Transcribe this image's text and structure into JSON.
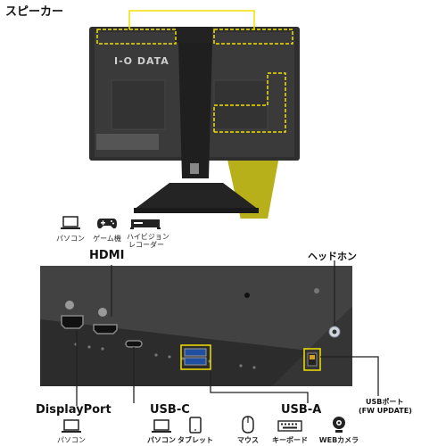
{
  "labels": {
    "speaker": "スピーカー",
    "hdmi": "HDMI",
    "headphone": "ヘッドホン",
    "displayport": "DisplayPort",
    "usbc": "USB-C",
    "usba": "USB-A",
    "usb_port_line1": "USBポート",
    "usb_port_line2": "(FW UPDATE)"
  },
  "brand": "I-O DATA",
  "hdmi_devices": [
    {
      "name": "パソコン",
      "icon": "laptop-icon"
    },
    {
      "name": "ゲーム機",
      "icon": "gamepad-icon"
    },
    {
      "name": "ハイビジョン\nレコーダー",
      "icon": "recorder-icon"
    }
  ],
  "displayport_devices": [
    {
      "name": "パソコン",
      "icon": "laptop-icon"
    }
  ],
  "usbc_devices": [
    {
      "name": "パソコン",
      "icon": "laptop-icon"
    },
    {
      "name": "タブレット",
      "icon": "tablet-icon"
    }
  ],
  "usba_devices": [
    {
      "name": "マウス",
      "icon": "mouse-icon"
    },
    {
      "name": "キーボード",
      "icon": "keyboard-icon"
    },
    {
      "name": "WEBカメラ",
      "icon": "webcam-icon"
    }
  ],
  "colors": {
    "accent": "#f2e000",
    "funnel": "#b8b01a",
    "monitor": "#2b2b2b",
    "line": "#222222"
  }
}
